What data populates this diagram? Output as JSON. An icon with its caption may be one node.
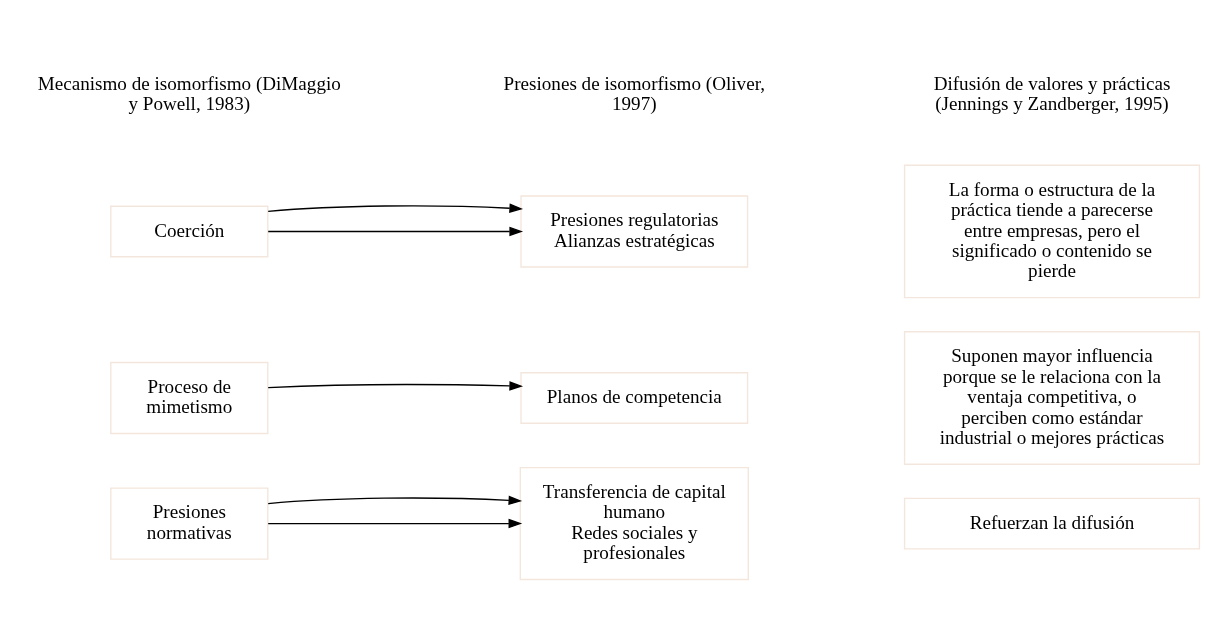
{
  "diagram": {
    "nodes": [
      {
        "text": [
          "Coerción"
        ]
      },
      {
        "text": [
          "Presiones regulatorias",
          "Alianzas estratégicas"
        ]
      },
      {
        "text": [
          "La forma o estructura de la práctica tiende a parecerse entre empresas, pero el significado o contenido se pierde"
        ]
      },
      {
        "text": [
          "Proceso de mimetismo"
        ]
      },
      {
        "text": [
          "Planos de competencia"
        ]
      },
      {
        "text": [
          "Suponen mayor influencia porque se le relaciona con la ventaja competitiva, o perciben como estándar industrial o mejores prácticas"
        ]
      },
      {
        "text": [
          "Presiones normativas"
        ]
      },
      {
        "text": [
          "Transferencia de capital humano",
          "Redes sociales y profesionales"
        ]
      },
      {
        "text": [
          "Refuerzan la difusión"
        ]
      }
    ],
    "edges": [
      {
        "from": 0,
        "to": 1,
        "arrow": "to"
      },
      {
        "from": 0,
        "to": 1,
        "arrow": "to"
      },
      {
        "from": 3,
        "to": 4,
        "arrow": "to"
      },
      {
        "from": 6,
        "to": 7,
        "arrow": "to"
      },
      {
        "from": 6,
        "to": 7,
        "arrow": "to"
      }
    ],
    "labels": [
      "Mecanismo de isomorfismo (DiMaggio y Powell, 1983)",
      "Presiones de isomorfismo (Oliver, 1997)",
      "Difusión de valores y prácticas (Jennings y Zandberger, 1995)"
    ]
  }
}
